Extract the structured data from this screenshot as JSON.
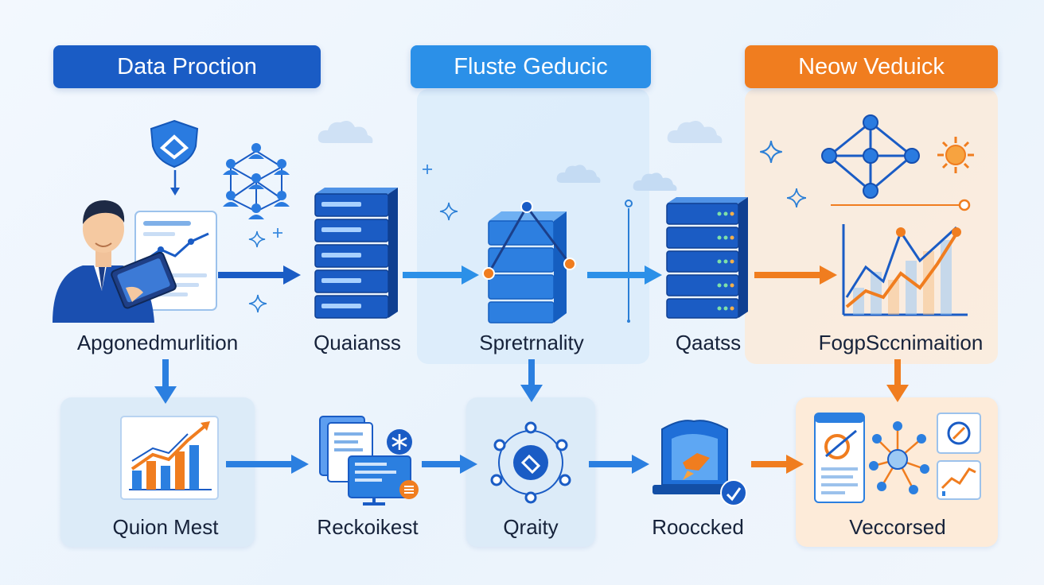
{
  "sections": {
    "data_production": {
      "title": "Data Proction",
      "color": "#1a5cc5"
    },
    "fluste_geducic": {
      "title": "Fluste Geducic",
      "color": "#2b90e8"
    },
    "neow_veduick": {
      "title": "Neow Veduick",
      "color": "#f07d1f"
    }
  },
  "top_row": [
    {
      "label": "Apgonedmurlition",
      "icon": "person-tablet-icon"
    },
    {
      "label": "Quaianss",
      "icon": "server-stack-icon"
    },
    {
      "label": "Spretrnality",
      "icon": "server-network-icon"
    },
    {
      "label": "Qaatss",
      "icon": "server-stack-icon"
    },
    {
      "label": "FogpSccnimaition",
      "icon": "line-chart-icon"
    }
  ],
  "bottom_row": [
    {
      "label": "Quion Mest",
      "icon": "bar-chart-icon"
    },
    {
      "label": "Reckoikest",
      "icon": "documents-icon"
    },
    {
      "label": "Qraity",
      "icon": "hub-icon"
    },
    {
      "label": "Roocckеd",
      "icon": "shield-laptop-icon"
    },
    {
      "label": "Veccorsed",
      "icon": "dashboard-network-icon"
    }
  ],
  "colors": {
    "blue_dark": "#1a5cc5",
    "blue_light": "#2b90e8",
    "orange": "#f07d1f",
    "card_bg": "#dcebf8"
  }
}
